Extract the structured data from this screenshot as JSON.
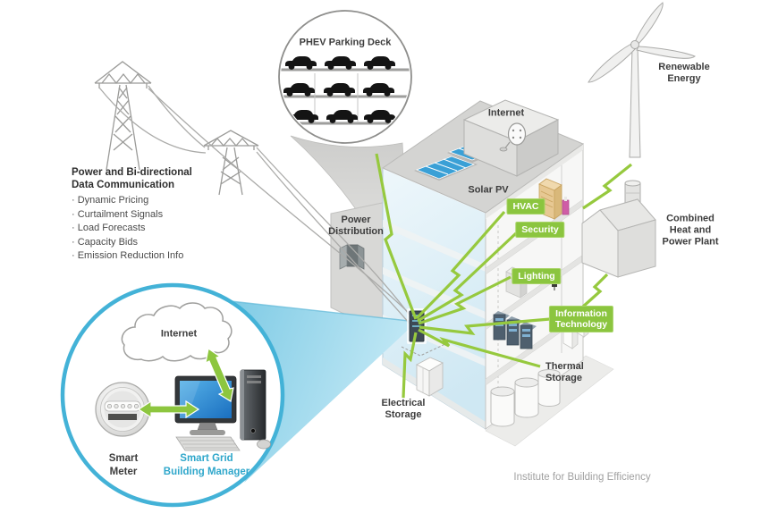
{
  "power_info": {
    "heading": [
      "Power and Bi-directional",
      "Data Communication"
    ],
    "items": [
      "· Dynamic Pricing",
      "· Curtailment Signals",
      "· Load Forecasts",
      "· Capacity Bids",
      "· Emission Reduction Info"
    ]
  },
  "phev": {
    "title": "PHEV Parking Deck"
  },
  "building": {
    "internet": "Internet",
    "solar": "Solar PV",
    "power_distribution": [
      "Power",
      "Distribution"
    ],
    "systems": [
      {
        "label": "HVAC"
      },
      {
        "label": "Security"
      },
      {
        "label": "Lighting"
      },
      {
        "label": "Information",
        "label2": "Technology"
      }
    ],
    "thermal": [
      "Thermal",
      "Storage"
    ],
    "electrical": [
      "Electrical",
      "Storage"
    ]
  },
  "externals": {
    "renewable": [
      "Renewable",
      "Energy"
    ],
    "chp": [
      "Combined",
      "Heat and",
      "Power Plant"
    ]
  },
  "zoom_circle": {
    "internet": "Internet",
    "smart_meter": [
      "Smart",
      "Meter"
    ],
    "manager": [
      "Smart Grid",
      "Building Manager"
    ]
  },
  "footer": "Institute for Building Efficiency",
  "colors": {
    "label_green": "#8bc53f",
    "bolt_green": "#96c93e",
    "circle_cyan": "#43b2d7",
    "manager_text": "#2fa7cb",
    "solar_blue": "#3aa0d6"
  }
}
